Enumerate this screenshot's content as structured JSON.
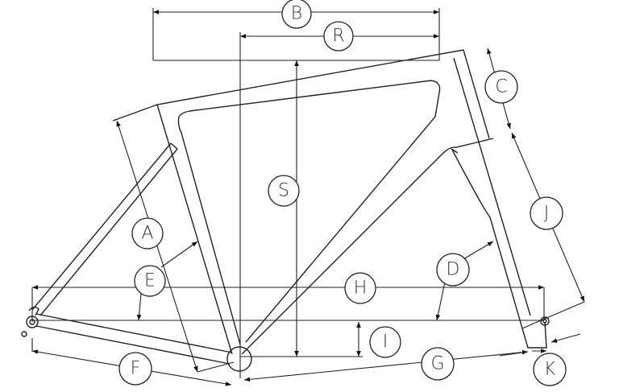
{
  "diagram": {
    "title": "Bicycle frame geometry",
    "labels": {
      "A": "A",
      "B": "B",
      "C": "C",
      "D": "D",
      "E": "E",
      "F": "F",
      "G": "G",
      "H": "H",
      "I": "I",
      "J": "J",
      "K": "K",
      "R": "R",
      "S": "S"
    }
  }
}
